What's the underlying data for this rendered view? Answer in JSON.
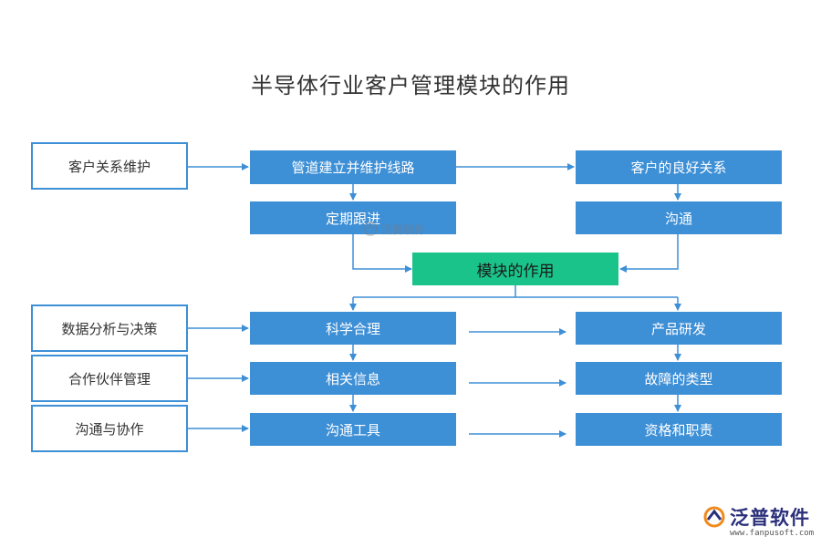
{
  "title": "半导体行业客户管理模块的作用",
  "left_boxes": [
    "客户关系维护",
    "数据分析与决策",
    "合作伙伴管理",
    "沟通与协作"
  ],
  "upper_mid": [
    "管道建立并维护线路",
    "定期跟进"
  ],
  "upper_right": [
    "客户的良好关系",
    "沟通"
  ],
  "center": "模块的作用",
  "lower_mid": [
    "科学合理",
    "相关信息",
    "沟通工具"
  ],
  "lower_right": [
    "产品研发",
    "故障的类型",
    "资格和职责"
  ],
  "colors": {
    "accent": "#3d8fd6",
    "center": "#19c38a",
    "logo": "#2a2f7a"
  },
  "watermark": {
    "text": "泛普软件"
  },
  "logo": {
    "text": "泛普软件",
    "url": "www.fanpusoft.com"
  }
}
